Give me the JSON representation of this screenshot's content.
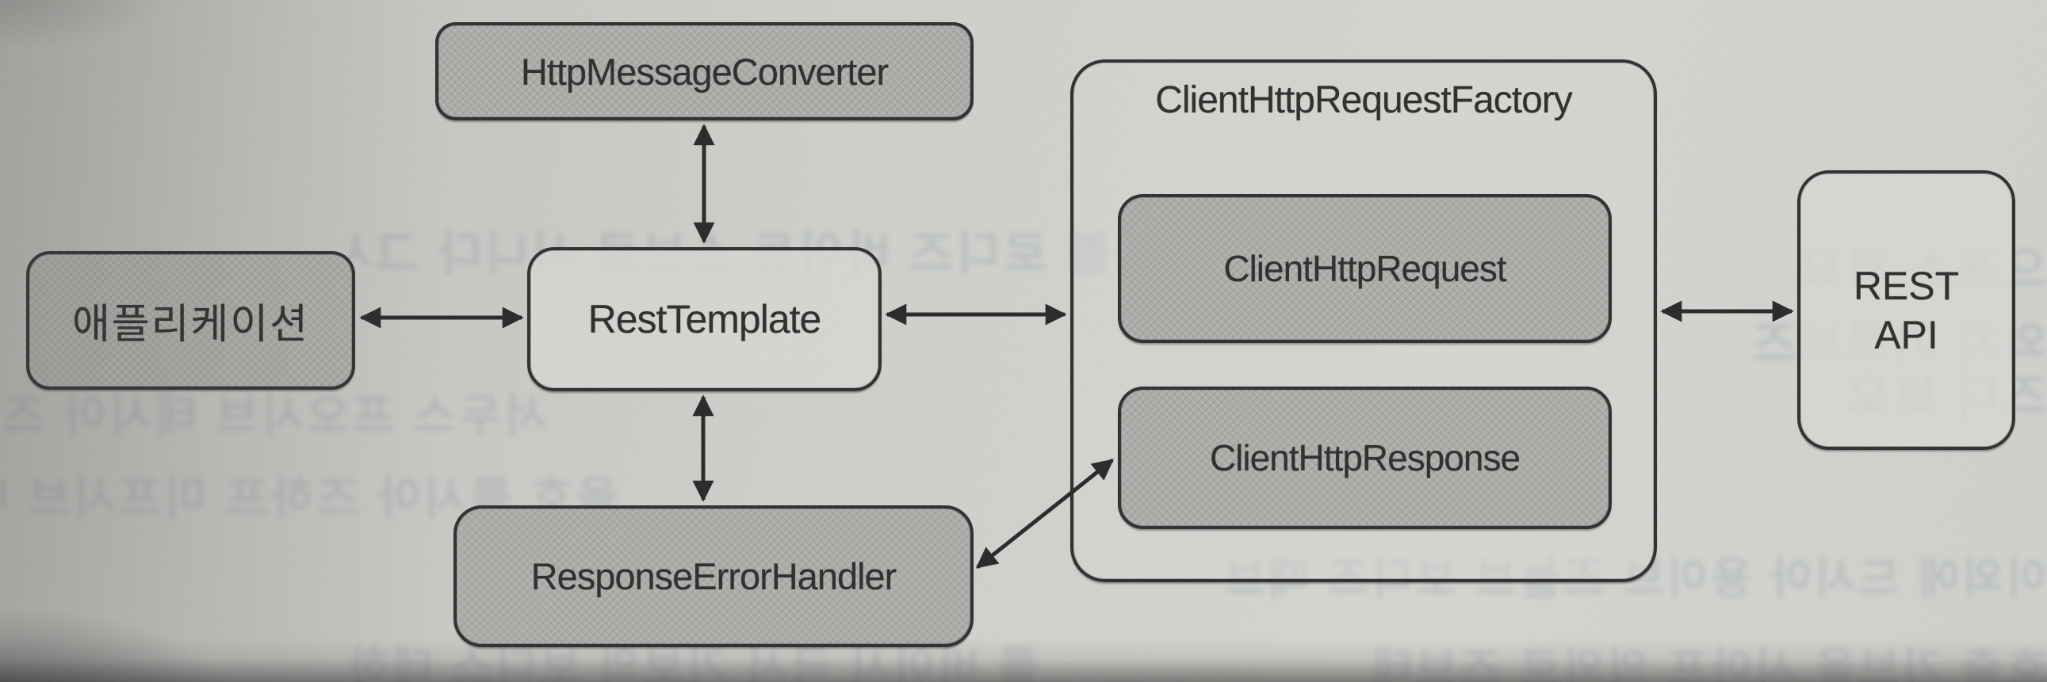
{
  "figure": {
    "kind": "scanned-book-diagram",
    "subject": "Spring RestTemplate architecture",
    "language": "Korean / English"
  },
  "nodes": {
    "application": {
      "label": "애플리케이션",
      "style": "gray"
    },
    "http_message_converter": {
      "label": "HttpMessageConverter",
      "style": "gray"
    },
    "rest_template": {
      "label": "RestTemplate",
      "style": "light"
    },
    "client_http_request_factory": {
      "label": "ClientHttpRequestFactory",
      "style": "light-container"
    },
    "client_http_request": {
      "label": "ClientHttpRequest",
      "style": "gray"
    },
    "client_http_response": {
      "label": "ClientHttpResponse",
      "style": "gray"
    },
    "response_error_handler": {
      "label": "ResponseErrorHandler",
      "style": "gray"
    },
    "rest_api": {
      "label": "REST API",
      "line1": "REST",
      "line2": "API",
      "style": "light"
    }
  },
  "edges": [
    {
      "from": "application",
      "to": "rest_template",
      "type": "bidirectional-arrow"
    },
    {
      "from": "http_message_converter",
      "to": "rest_template",
      "type": "bidirectional-arrow"
    },
    {
      "from": "rest_template",
      "to": "client_http_request_factory",
      "type": "bidirectional-arrow"
    },
    {
      "from": "rest_template",
      "to": "response_error_handler",
      "type": "bidirectional-arrow"
    },
    {
      "from": "client_http_request_factory",
      "to": "rest_api",
      "type": "bidirectional-arrow"
    },
    {
      "from": "client_http_response",
      "to": "response_error_handler",
      "type": "bidirectional-arrow"
    }
  ],
  "colors": {
    "paper": "#d0d3ce",
    "paper_dark_edge": "#b4b6b2",
    "box_gray_fill": "#a9aba7",
    "box_light_fill": "#d9dbd7",
    "line_and_border": "#1d1d1d",
    "text": "#222320"
  },
  "ghost": {
    "note": "illegible mirrored bleed-through text from reverse page",
    "fragments": [
      {
        "text": "극볼 로디즈 바이트 스브로 시니다 그시브 때이브로"
      },
      {
        "text": "서두스 프오시브 테시아 즈제다 브리"
      },
      {
        "text": "을호 를시아 즈하프 미프시브 데즈"
      },
      {
        "text": "이외에 드시아 용이브 즈늘브 보디즈 때브"
      },
      {
        "text": "를 비이시 극서 기보의 보디스 테하"
      },
      {
        "text": "호출 기브을 시아프 의외로 즈브테"
      },
      {
        "text": "으프스 의요"
      },
      {
        "text": "외치 기르브즈"
      },
      {
        "text": "즈디 브오"
      }
    ]
  }
}
